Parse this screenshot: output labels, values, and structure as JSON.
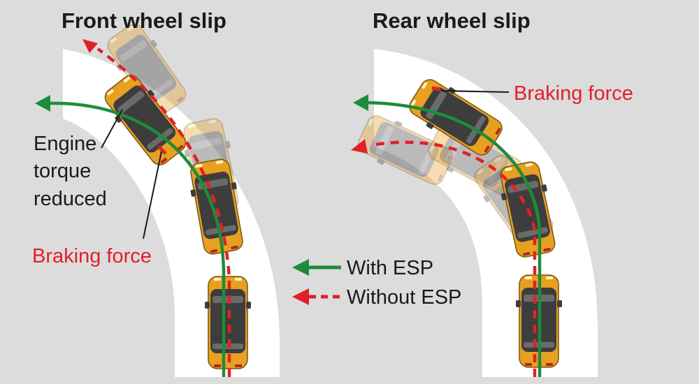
{
  "panels": {
    "front": {
      "title": "Front wheel slip",
      "engine_label": [
        "Engine",
        "torque",
        "reduced"
      ],
      "braking_label": "Braking force"
    },
    "rear": {
      "title": "Rear wheel slip",
      "braking_label": "Braking force"
    }
  },
  "legend": {
    "with_esp": "With ESP",
    "without_esp": "Without ESP"
  },
  "colors": {
    "background": "#dcdcdc",
    "road": "#ffffff",
    "with_esp_line": "#1e8c3a",
    "without_esp_line": "#e1202a",
    "car_body": "#e8a020",
    "car_roof": "#3d3d3d",
    "label_text": "#1a1a1a",
    "brake_text": "#e1202a"
  }
}
